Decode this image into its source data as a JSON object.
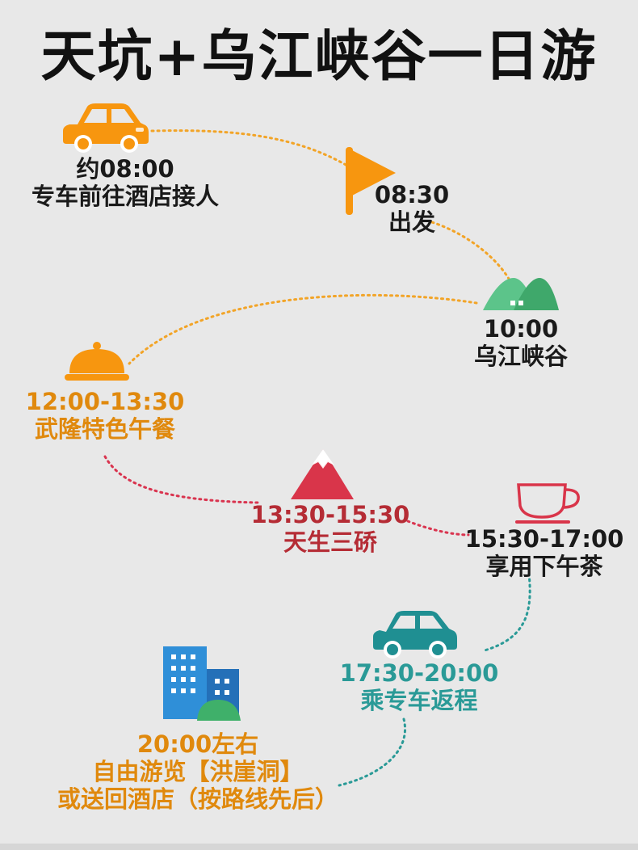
{
  "title": "天坑+乌江峡谷一日游",
  "stops": [
    {
      "time": "约08:00",
      "desc": "专车前往酒店接人",
      "icon": "car-icon"
    },
    {
      "time": "08:30",
      "desc": "出发",
      "icon": "flag-icon"
    },
    {
      "time": "10:00",
      "desc": "乌江峡谷",
      "icon": "mountain-icon"
    },
    {
      "time": "12:00-13:30",
      "desc": "武隆特色午餐",
      "icon": "food-cloche-icon"
    },
    {
      "time": "13:30-15:30",
      "desc": "天生三硚",
      "icon": "snow-mountain-icon"
    },
    {
      "time": "15:30-17:00",
      "desc": "享用下午茶",
      "icon": "coffee-cup-icon"
    },
    {
      "time": "17:30-20:00",
      "desc": "乘专车返程",
      "icon": "car-icon"
    },
    {
      "time": "20:00左右",
      "desc": "自由游览【洪崖洞】",
      "desc2": "或送回酒店（按路线先后）",
      "icon": "city-buildings-icon"
    }
  ],
  "colors": {
    "orange": "#f7960f",
    "green": "#5cc48a",
    "red": "#d9354a",
    "teal": "#1f8f92",
    "blue": "#2f8fd8"
  }
}
